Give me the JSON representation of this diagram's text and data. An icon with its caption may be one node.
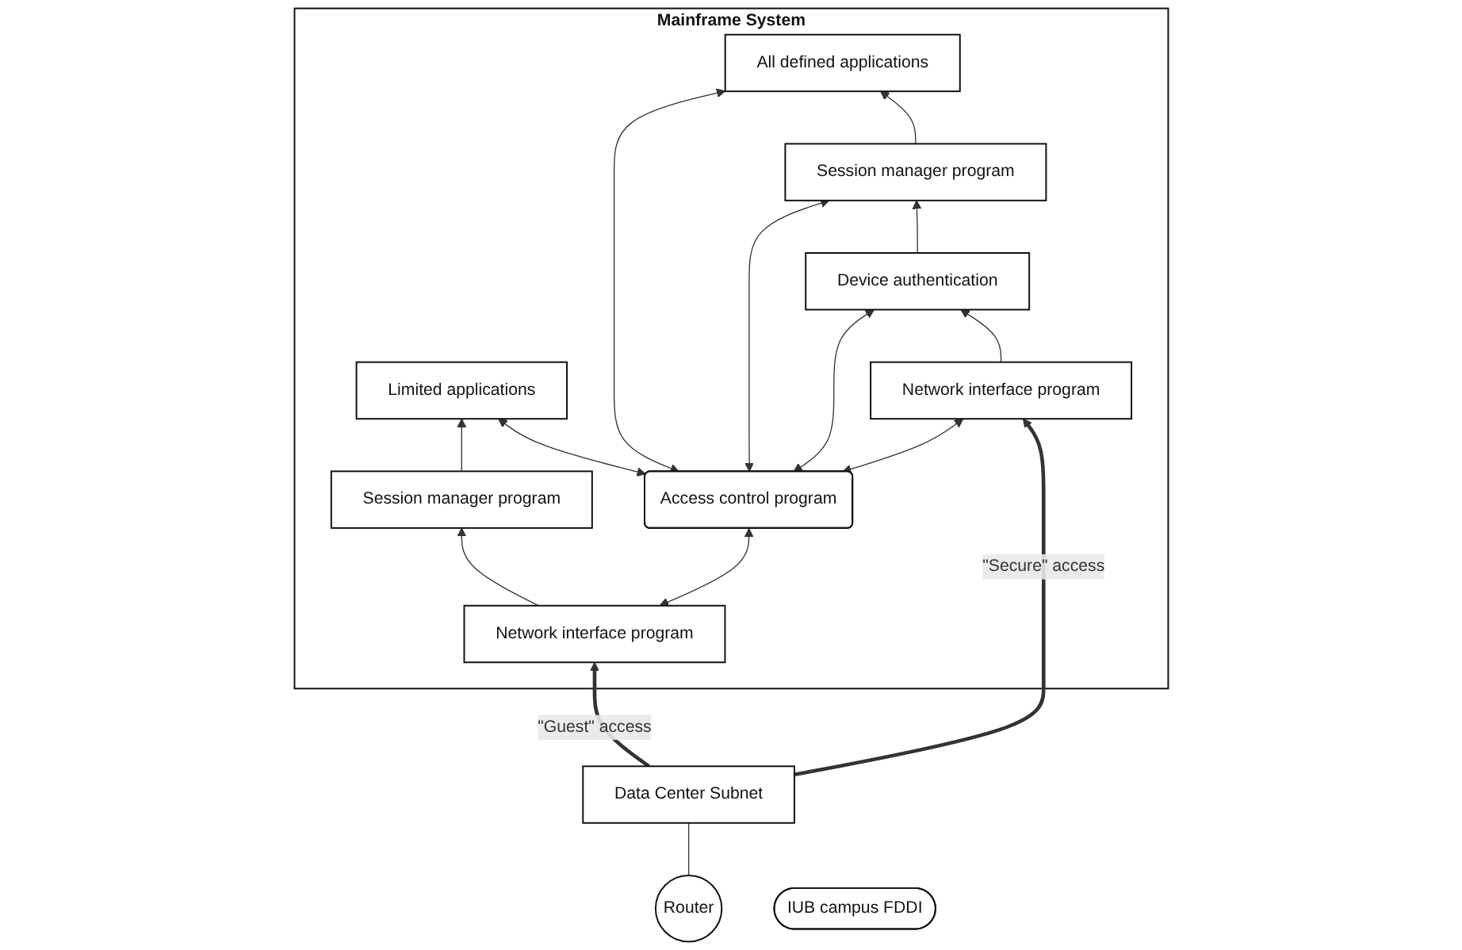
{
  "diagram": {
    "nodes": [
      {
        "text": [
          "Mainframe System"
        ]
      },
      {
        "text": [
          "Limited applications"
        ],
        "in": 0
      },
      {
        "text": [
          "All defined applications"
        ],
        "in": 0
      },
      {
        "text": [
          "Session manager program"
        ],
        "in": 0
      },
      {
        "text": [
          "Session manager program"
        ],
        "in": 0
      },
      {
        "text": [
          "Access control program"
        ],
        "in": 0
      },
      {
        "text": [
          "Device authentication"
        ],
        "in": 0
      },
      {
        "text": [
          "Network interface program"
        ],
        "in": 0
      },
      {
        "text": [
          "Network interface program"
        ],
        "in": 0
      },
      {
        "text": [
          "Data Center Subnet"
        ]
      },
      {
        "text": [
          "Router"
        ]
      },
      {
        "text": [
          "IUB campus FDDI"
        ]
      }
    ],
    "edges": [
      {
        "from": 3,
        "to": 1,
        "arrow": "to"
      },
      {
        "from": 5,
        "to": 1,
        "arrow": "both"
      },
      {
        "from": 5,
        "to": 2,
        "arrow": "both"
      },
      {
        "from": 4,
        "to": 2,
        "arrow": "to"
      },
      {
        "from": 7,
        "to": 3,
        "arrow": "to"
      },
      {
        "from": 5,
        "to": 4,
        "arrow": "both"
      },
      {
        "from": 5,
        "to": 6,
        "arrow": "both"
      },
      {
        "from": 6,
        "to": 4,
        "arrow": "to"
      },
      {
        "from": 7,
        "to": 5,
        "arrow": "both"
      },
      {
        "from": 5,
        "to": 8,
        "arrow": "both"
      },
      {
        "from": 8,
        "to": 6,
        "arrow": "to"
      },
      {
        "from": 9,
        "to": 7,
        "arrow": "to",
        "label": "\"Guest\" access",
        "style": "thick"
      },
      {
        "from": 9,
        "to": 8,
        "arrow": "to",
        "label": "\"Secure\" access",
        "style": "thick"
      },
      {
        "from": 10,
        "to": 9,
        "arrow": "none"
      }
    ]
  }
}
